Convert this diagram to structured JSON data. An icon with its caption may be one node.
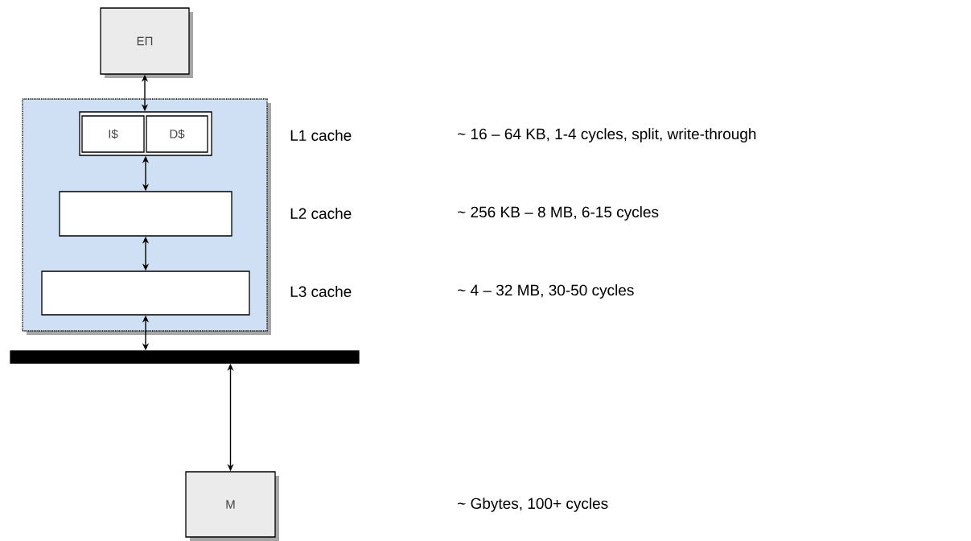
{
  "diagram": {
    "nodes": [
      {
        "text": [
          "ЕП"
        ]
      },
      {
        "text": [],
        "shape": "box"
      },
      {
        "text": [],
        "shape": "box",
        "in": 1
      },
      {
        "text": [
          "I$"
        ],
        "in": 2
      },
      {
        "text": [
          "D$"
        ],
        "in": 2
      },
      {
        "text": [],
        "shape": "box",
        "in": 1
      },
      {
        "text": [],
        "shape": "box",
        "in": 1
      },
      {
        "text": [],
        "shape": "bar"
      },
      {
        "text": [
          "M"
        ]
      }
    ],
    "edges": [
      {
        "from": 0,
        "to": 2,
        "arrow": "both"
      },
      {
        "from": 2,
        "to": 5,
        "arrow": "both"
      },
      {
        "from": 5,
        "to": 6,
        "arrow": "both"
      },
      {
        "from": 6,
        "to": 7,
        "arrow": "both"
      },
      {
        "from": 7,
        "to": 8,
        "arrow": "both"
      }
    ],
    "labels": [
      "L1 cache",
      "~ 16 – 64 KB, 1-4 cycles, split, write-through",
      "L2 cache",
      "~ 256 KB – 8 MB, 6-15 cycles",
      "L3 cache",
      "~ 4 – 32 MB, 30-50 cycles",
      "~ Gbytes, 100+ cycles"
    ]
  }
}
